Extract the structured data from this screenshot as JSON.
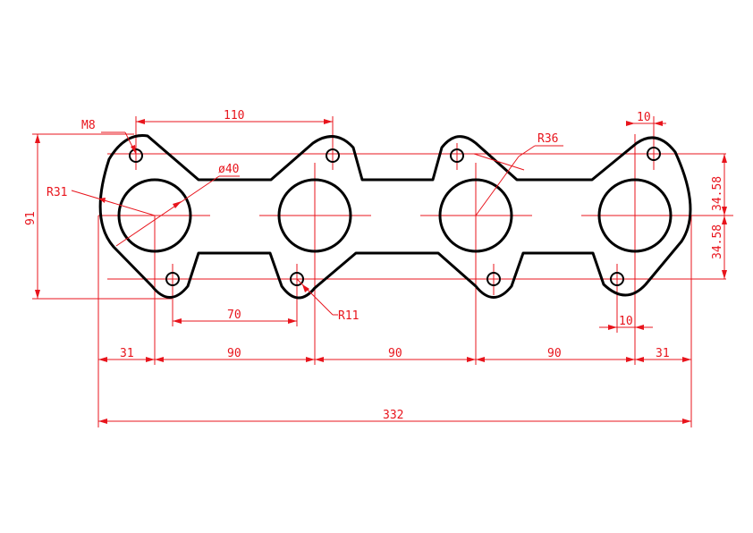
{
  "colors": {
    "outline": "#000000",
    "dimension": "#e8141c",
    "background": "#ffffff"
  },
  "labels": {
    "thread": "M8",
    "top_bolt_spacing": "110",
    "port_diameter": "ø40",
    "outer_radius_left": "R31",
    "ear_radius": "R36",
    "total_height": "91",
    "upper_half_height": "34.58",
    "lower_half_height": "34.58",
    "bottom_bolt_spacing": "70",
    "bolt_boss_radius": "R11",
    "ear_width_top": "10",
    "ear_width_bottom": "10",
    "chain_segments": [
      "31",
      "90",
      "90",
      "90",
      "31"
    ],
    "overall_length": "332"
  }
}
